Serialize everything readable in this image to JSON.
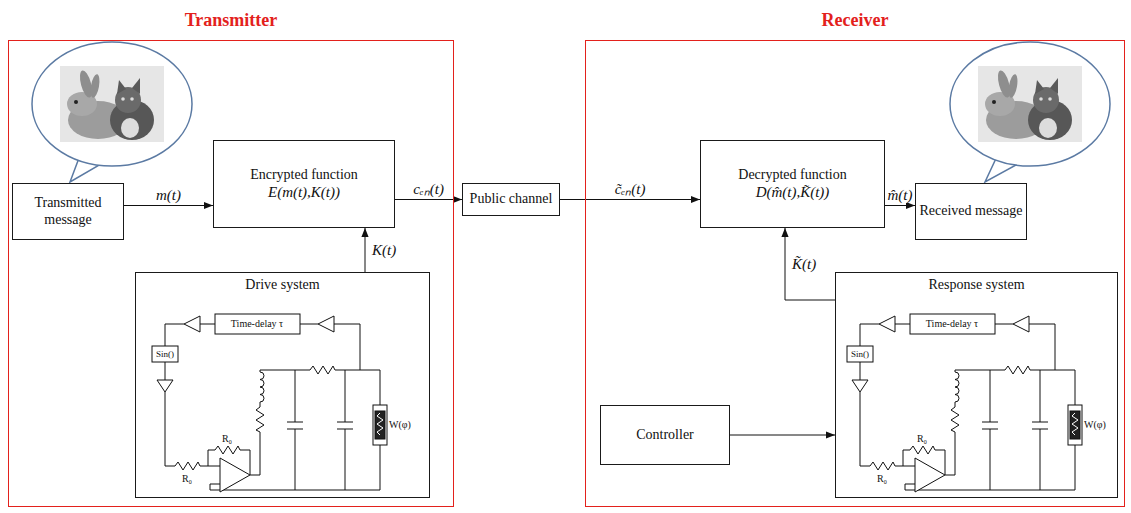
{
  "diagram": {
    "nodes": [
      {
        "text": [
          "Transmitter"
        ]
      },
      {
        "text": [
          "Transmitted message"
        ],
        "in": 0
      },
      {
        "text": [
          "Encrypted function",
          "E(m(t),K(t))"
        ],
        "in": 0
      },
      {
        "text": [
          "Drive system"
        ],
        "in": 0
      },
      {
        "text": [
          "Public channel"
        ]
      },
      {
        "text": [
          "Receiver"
        ]
      },
      {
        "text": [
          "Decrypted function",
          "D(m̂(t),K̃(t))"
        ],
        "in": 5
      },
      {
        "text": [
          "Received message"
        ],
        "in": 5
      },
      {
        "text": [
          "Response system"
        ],
        "in": 5
      },
      {
        "text": [
          "Controller"
        ],
        "in": 5
      }
    ],
    "edges": [
      {
        "from": 1,
        "to": 2,
        "arrow": "to",
        "label": "m(t)"
      },
      {
        "from": 3,
        "to": 2,
        "arrow": "to",
        "label": "K(t)"
      },
      {
        "from": 2,
        "to": 4,
        "arrow": "to",
        "label": "cₑₙ(t)"
      },
      {
        "from": 4,
        "to": 6,
        "arrow": "to",
        "label": "c̃ₑₙ(t)"
      },
      {
        "from": 8,
        "to": 6,
        "arrow": "to",
        "label": "K̃(t)"
      },
      {
        "from": 6,
        "to": 7,
        "arrow": "to",
        "label": "m̂(t)"
      },
      {
        "from": 9,
        "to": 8,
        "arrow": "to"
      }
    ],
    "labels": [
      "Time-delay τ",
      "Sin()",
      "R₀",
      "R₀",
      "W(φ)",
      "Time-delay τ",
      "Sin()",
      "R₀",
      "R₀",
      "W(φ)"
    ]
  }
}
